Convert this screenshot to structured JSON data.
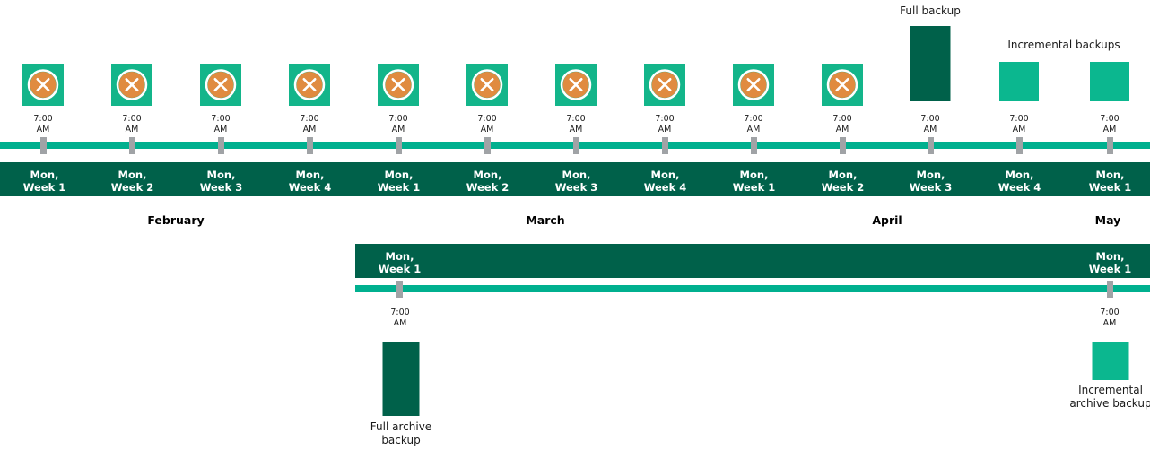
{
  "diagram": {
    "title": "Backup and archive schedule timeline",
    "colors": {
      "rail_teal": "#00b08f",
      "band_dark_green": "#00614a",
      "incremental_teal": "#0bb78f",
      "icon_background": "#13b58a",
      "icon_circle_orange": "#e08b40",
      "tick_gray": "#a0a3a6",
      "text_black": "#1a1a1a"
    },
    "time_label": "7:00\nAM",
    "icon_name": "failed-job-icon"
  },
  "top_timeline": {
    "columns": [
      {
        "week": "Mon,\nWeek 1",
        "time": "7:00\nAM",
        "marker": "failed-icon"
      },
      {
        "week": "Mon,\nWeek 2",
        "time": "7:00\nAM",
        "marker": "failed-icon"
      },
      {
        "week": "Mon,\nWeek 3",
        "time": "7:00\nAM",
        "marker": "failed-icon"
      },
      {
        "week": "Mon,\nWeek 4",
        "time": "7:00\nAM",
        "marker": "failed-icon"
      },
      {
        "week": "Mon,\nWeek 1",
        "time": "7:00\nAM",
        "marker": "failed-icon"
      },
      {
        "week": "Mon,\nWeek 2",
        "time": "7:00\nAM",
        "marker": "failed-icon"
      },
      {
        "week": "Mon,\nWeek 3",
        "time": "7:00\nAM",
        "marker": "failed-icon"
      },
      {
        "week": "Mon,\nWeek 4",
        "time": "7:00\nAM",
        "marker": "failed-icon"
      },
      {
        "week": "Mon,\nWeek 1",
        "time": "7:00\nAM",
        "marker": "failed-icon"
      },
      {
        "week": "Mon,\nWeek 2",
        "time": "7:00\nAM",
        "marker": "failed-icon"
      },
      {
        "week": "Mon,\nWeek 3",
        "time": "7:00\nAM",
        "marker": "full-backup-bar"
      },
      {
        "week": "Mon,\nWeek 4",
        "time": "7:00\nAM",
        "marker": "incremental-backup-bar"
      },
      {
        "week": "Mon,\nWeek 1",
        "time": "7:00\nAM",
        "marker": "incremental-backup-bar"
      }
    ],
    "months": [
      {
        "label": "February"
      },
      {
        "label": "March"
      },
      {
        "label": "April"
      },
      {
        "label": "May"
      }
    ],
    "callouts": {
      "full_backup": "Full backup",
      "incremental_backups": "Incremental backups"
    }
  },
  "archive_timeline": {
    "columns": [
      {
        "week": "Mon,\nWeek 1",
        "time": "7:00\nAM",
        "marker": "full-archive-backup-bar"
      },
      {
        "week": "Mon,\nWeek 1",
        "time": "7:00\nAM",
        "marker": "incremental-archive-backup-bar"
      }
    ],
    "callouts": {
      "full_archive_backup": "Full archive\nbackup",
      "incremental_archive_backup": "Incremental\narchive backup"
    }
  }
}
